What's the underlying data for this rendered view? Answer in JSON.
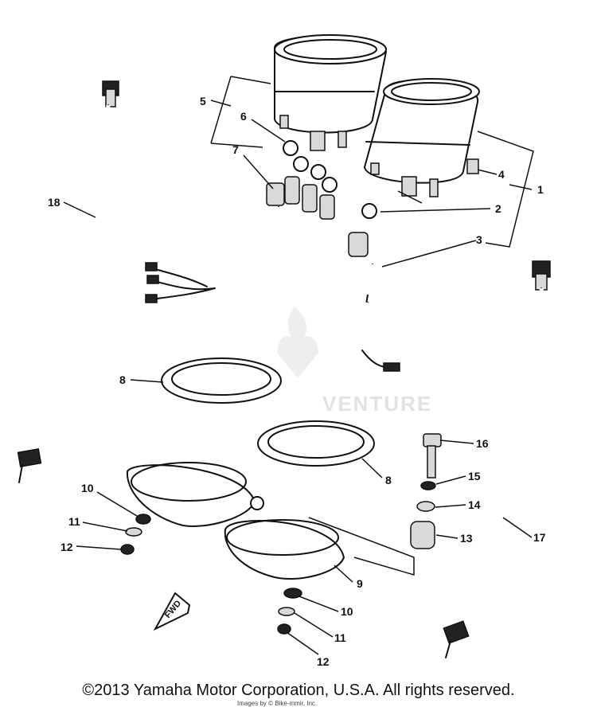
{
  "diagram": {
    "callouts": [
      "1",
      "2",
      "3",
      "4",
      "5",
      "6",
      "7",
      "8",
      "8",
      "9",
      "10",
      "11",
      "12",
      "13",
      "14",
      "15",
      "16",
      "17",
      "18",
      "10",
      "11",
      "12"
    ],
    "fwd_label": "FWD",
    "watermark": "VENTURE",
    "small_credit": "Images by © Bike-mmir, Inc."
  },
  "footer": {
    "copyright": "©2013 Yamaha Motor Corporation, U.S.A. All rights reserved."
  }
}
